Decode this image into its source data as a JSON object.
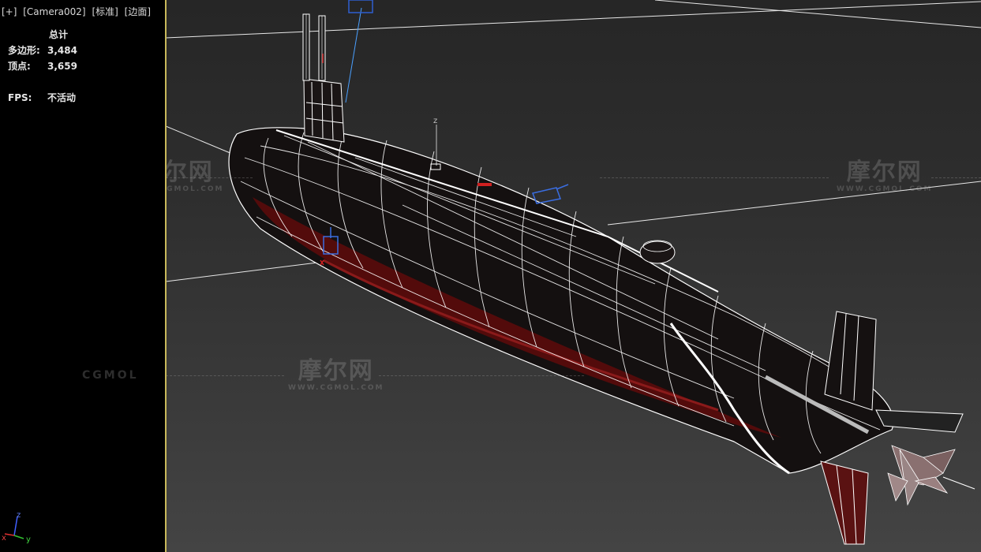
{
  "viewport_label": {
    "plus": "[+]",
    "camera": "[Camera002]",
    "shading": "[标准]",
    "mode": "[边面]"
  },
  "stats": {
    "title": "总计",
    "polygons_label": "多边形:",
    "polygons_value": "3,484",
    "vertices_label": "顶点:",
    "vertices_value": "3,659",
    "fps_label": "FPS:",
    "fps_value": "不活动"
  },
  "watermark": {
    "brand": "摩尔网",
    "url": "WWW.CGMOL.COM",
    "left_text": "CGMOL"
  },
  "gizmo": {
    "z": "z",
    "x": "x",
    "y": "y",
    "pivot_z": "z"
  },
  "colors": {
    "viewport_border": "#c8b85a",
    "wire": "#ffffff",
    "hull": "#141010",
    "hull_red": "#6a0c0c"
  }
}
